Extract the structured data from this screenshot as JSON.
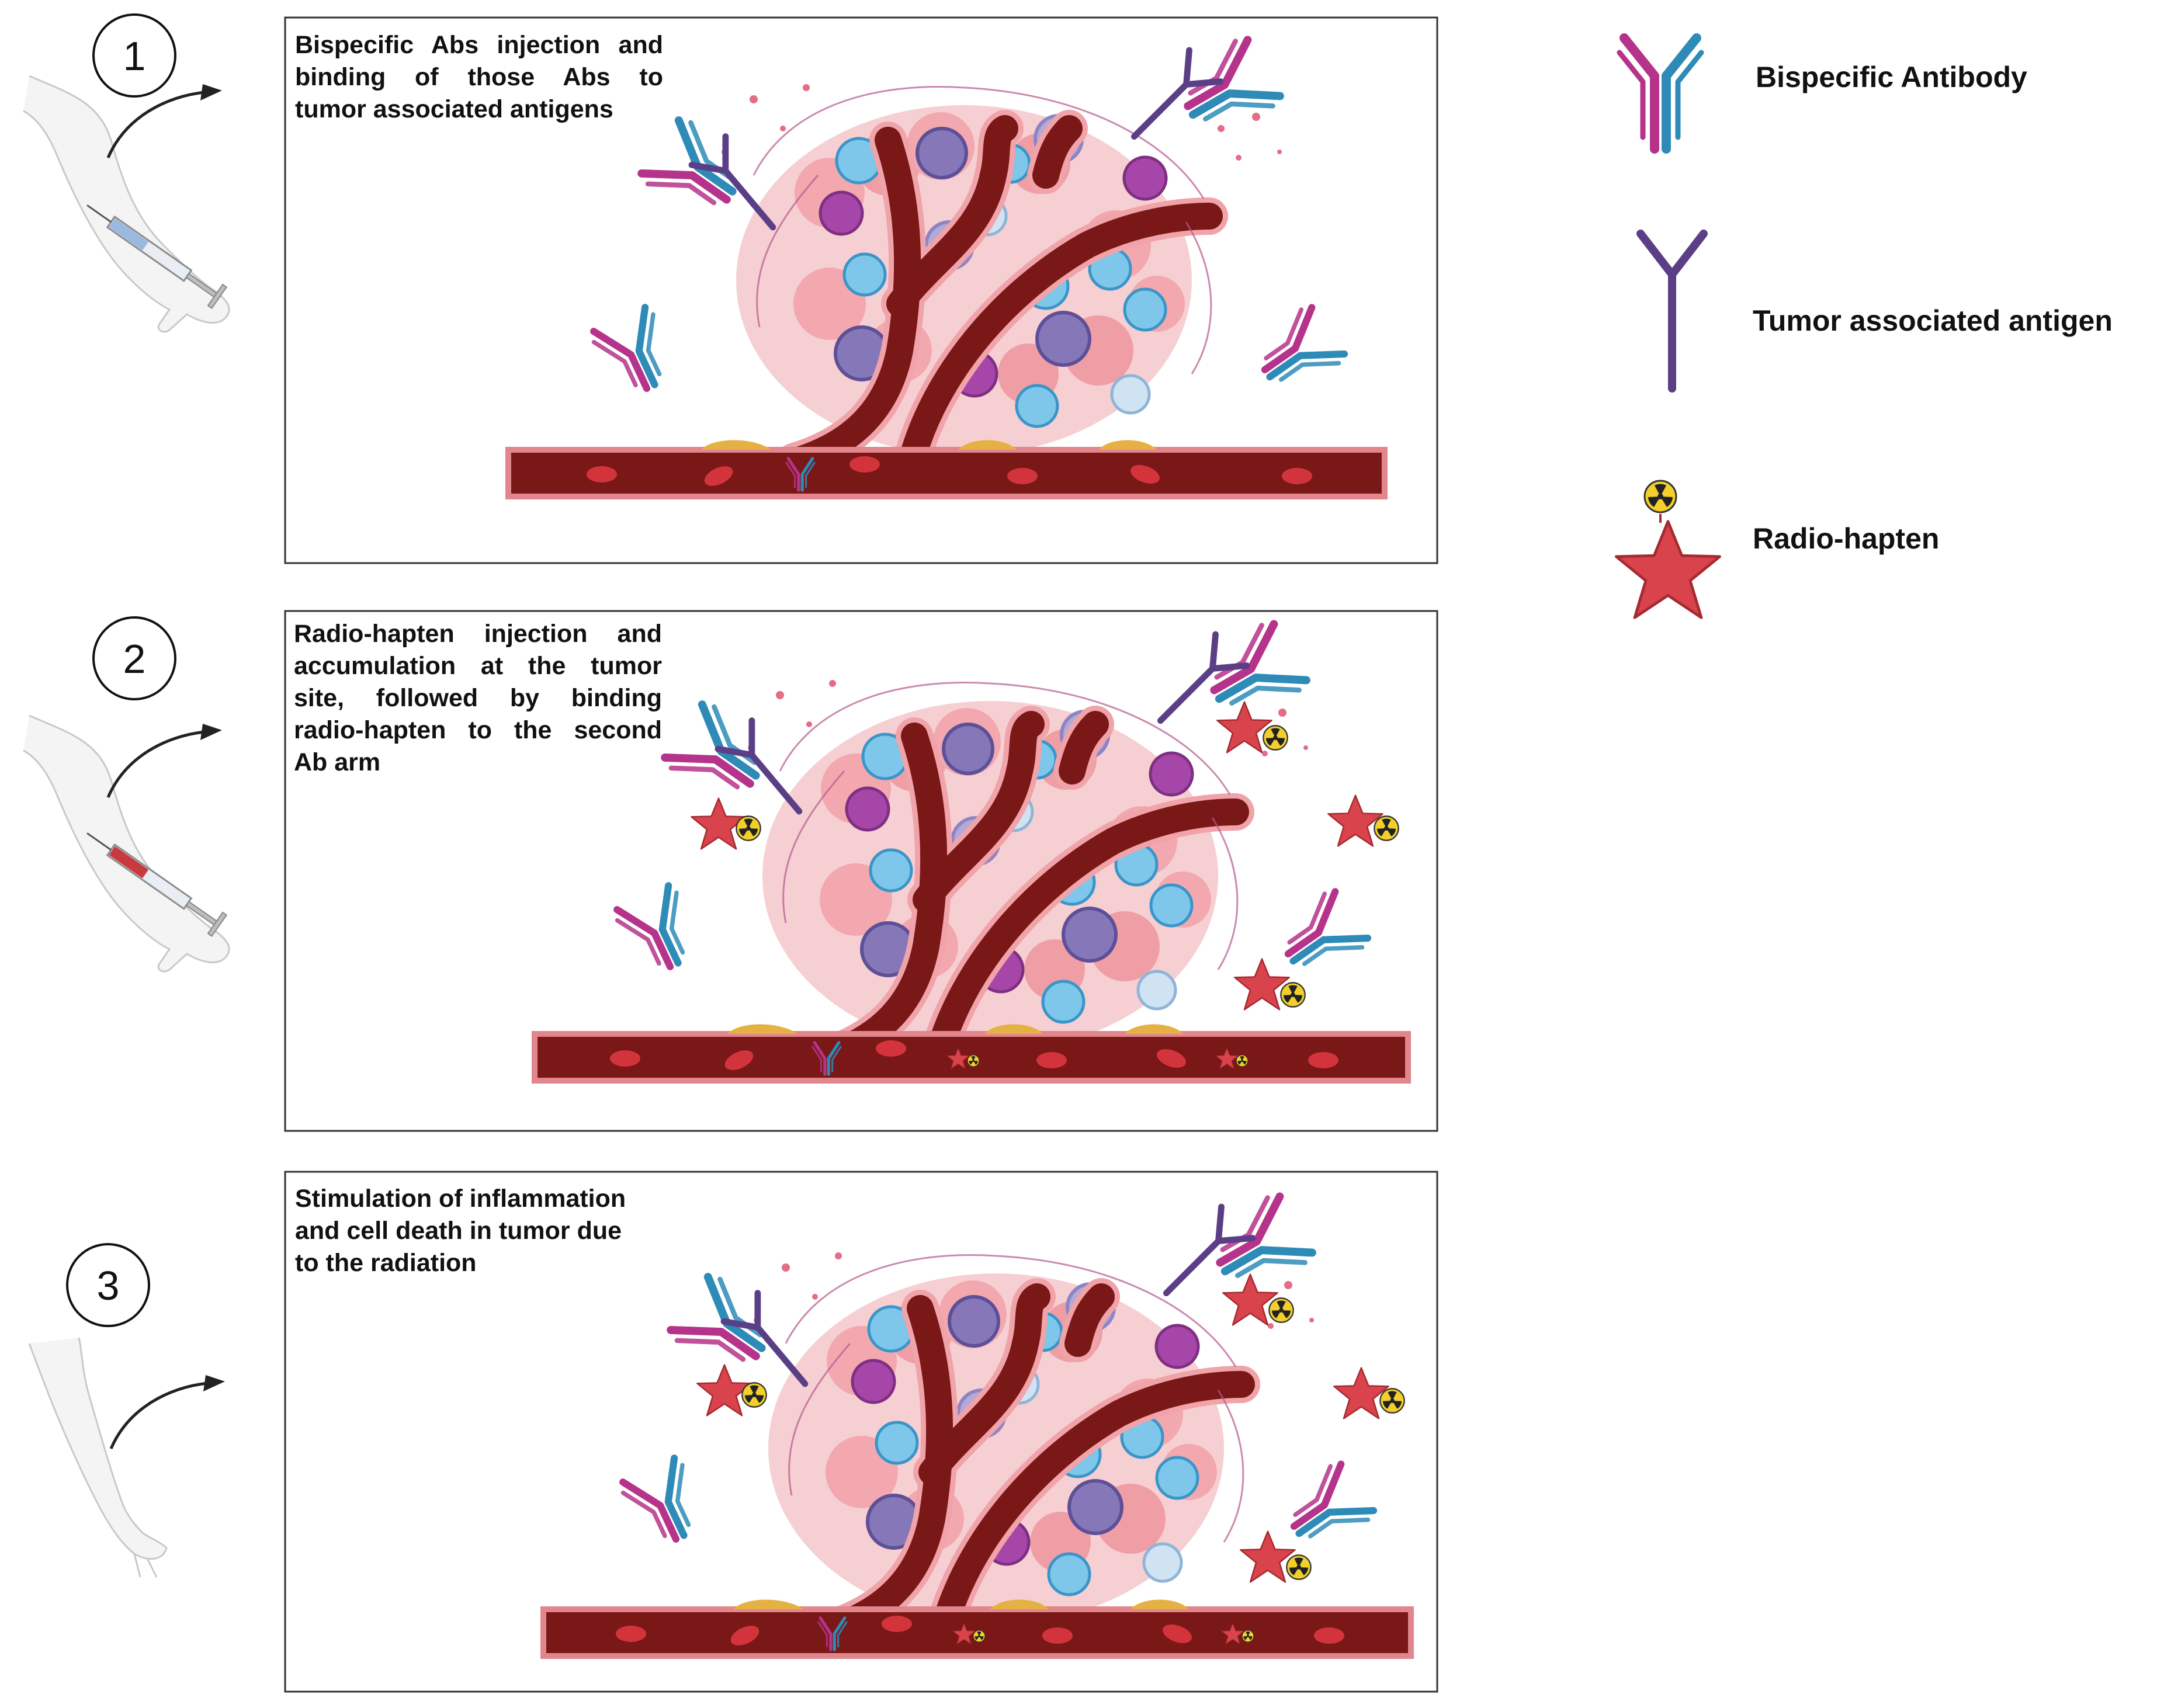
{
  "steps": [
    {
      "number": "1",
      "caption_lines": [
        "Bispecific Abs injection and",
        "binding of those Abs to",
        "tumor associated antigens"
      ],
      "syringe_fill": "blue",
      "haptens_present": false
    },
    {
      "number": "2",
      "caption_lines": [
        "Radio-hapten injection and",
        "accumulation at the tumor",
        "site, followed by binding",
        "radio-hapten to the second",
        "Ab arm"
      ],
      "syringe_fill": "red",
      "haptens_present": true
    },
    {
      "number": "3",
      "caption_lines": [
        "Stimulation of inflammation",
        "and cell death in tumor due",
        "to the radiation"
      ],
      "syringe_fill": "none",
      "haptens_present": true
    }
  ],
  "legend": {
    "bispecific_antibody": "Bispecific Antibody",
    "tumor_antigen": "Tumor associated antigen",
    "radio_hapten": "Radio-hapten"
  },
  "colors": {
    "antibody_arm_magenta": "#b5338a",
    "antibody_arm_blue": "#2e8bb7",
    "antigen_purple": "#5b3f86",
    "hapten_red": "#d9434b",
    "radiation_yellow": "#f2cf2a",
    "vessel_dark": "#7a1717",
    "vessel_rim": "#e0868c",
    "tumor_pink": "#f2b3b8",
    "arrow_black": "#222222"
  },
  "icons": [
    "arm-syringe-icon",
    "arm-icon",
    "curved-arrow-icon",
    "antibody-icon",
    "antigen-icon",
    "radio-hapten-icon",
    "radiation-symbol-icon"
  ]
}
